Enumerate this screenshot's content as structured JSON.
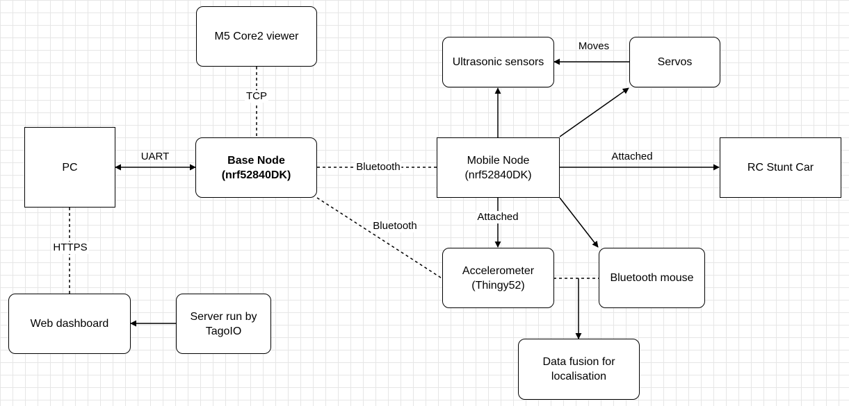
{
  "nodes": {
    "m5_core2_viewer": {
      "lines": [
        "M5 Core2 viewer"
      ]
    },
    "pc": {
      "lines": [
        "PC"
      ]
    },
    "base_node": {
      "lines": [
        "Base Node",
        "(nrf52840DK)"
      ]
    },
    "ultrasonic_sensors": {
      "lines": [
        "Ultrasonic sensors"
      ]
    },
    "servos": {
      "lines": [
        "Servos"
      ]
    },
    "mobile_node": {
      "lines": [
        "Mobile Node",
        "(nrf52840DK)"
      ]
    },
    "rc_stunt_car": {
      "lines": [
        "RC Stunt Car"
      ]
    },
    "accelerometer": {
      "lines": [
        "Accelerometer",
        "(Thingy52)"
      ]
    },
    "bluetooth_mouse": {
      "lines": [
        "Bluetooth mouse"
      ]
    },
    "web_dashboard": {
      "lines": [
        "Web dashboard"
      ]
    },
    "tagoio_server": {
      "lines": [
        "Server run by",
        "TagoIO"
      ]
    },
    "data_fusion": {
      "lines": [
        "Data fusion for",
        "localisation"
      ]
    }
  },
  "edges": {
    "tcp": {
      "label": "TCP"
    },
    "uart": {
      "label": "UART"
    },
    "bluetooth_mobile": {
      "label": "Bluetooth"
    },
    "bluetooth_accel": {
      "label": "Bluetooth"
    },
    "https": {
      "label": "HTTPS"
    },
    "moves": {
      "label": "Moves"
    },
    "attached_car": {
      "label": "Attached"
    },
    "attached_accel": {
      "label": "Attached"
    }
  }
}
